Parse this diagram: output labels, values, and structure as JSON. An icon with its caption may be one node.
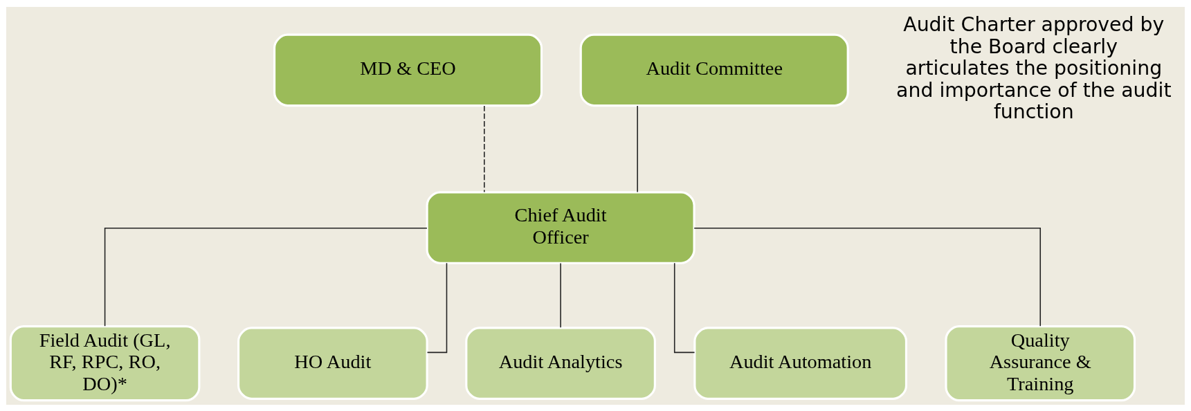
{
  "diagram": {
    "nodes": [
      {
        "text": [
          "MD & CEO"
        ]
      },
      {
        "text": [
          "Audit Committee"
        ]
      },
      {
        "text": [
          "Chief Audit Officer"
        ]
      },
      {
        "text": [
          "Field Audit (GL, RF, RPC, RO, DO)*"
        ]
      },
      {
        "text": [
          "HO Audit"
        ]
      },
      {
        "text": [
          "Audit Analytics"
        ]
      },
      {
        "text": [
          "Audit Automation"
        ]
      },
      {
        "text": [
          "Quality Assurance & Training"
        ]
      }
    ],
    "edges": [
      {
        "from": 0,
        "to": 2,
        "arrow": "none",
        "style": "dashed"
      },
      {
        "from": 1,
        "to": 2,
        "arrow": "none"
      },
      {
        "from": 2,
        "to": 3,
        "arrow": "none"
      },
      {
        "from": 2,
        "to": 4,
        "arrow": "none"
      },
      {
        "from": 2,
        "to": 5,
        "arrow": "none"
      },
      {
        "from": 2,
        "to": 6,
        "arrow": "none"
      },
      {
        "from": 2,
        "to": 7,
        "arrow": "none"
      }
    ],
    "labels": [
      "Audit Charter approved by the Board clearly articulates the positioning and importance of the audit function"
    ]
  }
}
